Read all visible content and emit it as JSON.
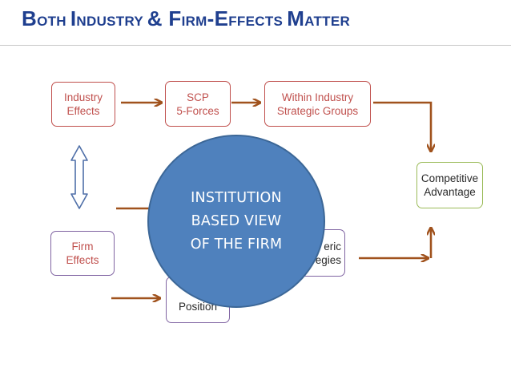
{
  "title": {
    "parts": [
      {
        "big": "B",
        "small": "OTH "
      },
      {
        "big": "I",
        "small": "NDUSTRY "
      },
      {
        "big": "& F",
        "small": "IRM"
      },
      {
        "big": "-E",
        "small": "FFECTS "
      },
      {
        "big": "M",
        "small": "ATTER"
      }
    ]
  },
  "boxes": {
    "industry_effects": "Industry\nEffects",
    "scp": "SCP\n5-Forces",
    "within_industry": "Within Industry\nStrategic Groups",
    "competitive_advantage": "Competitive\nAdvantage",
    "firm_effects": "Firm\nEffects",
    "generic_strategies": "eric\negies",
    "position": "C\nPosition"
  },
  "circle": {
    "label": "INSTITUTION\nBASED VIEW\nOF THE FIRM"
  },
  "colors": {
    "title": "#1f3f8f",
    "arrow": "#a0521d",
    "circle_fill": "#4f81bd",
    "industry_border": "#c0504d",
    "firm_border": "#8064a2",
    "advantage_border": "#9bbb59",
    "double_arrow": "#4f6fa8"
  }
}
